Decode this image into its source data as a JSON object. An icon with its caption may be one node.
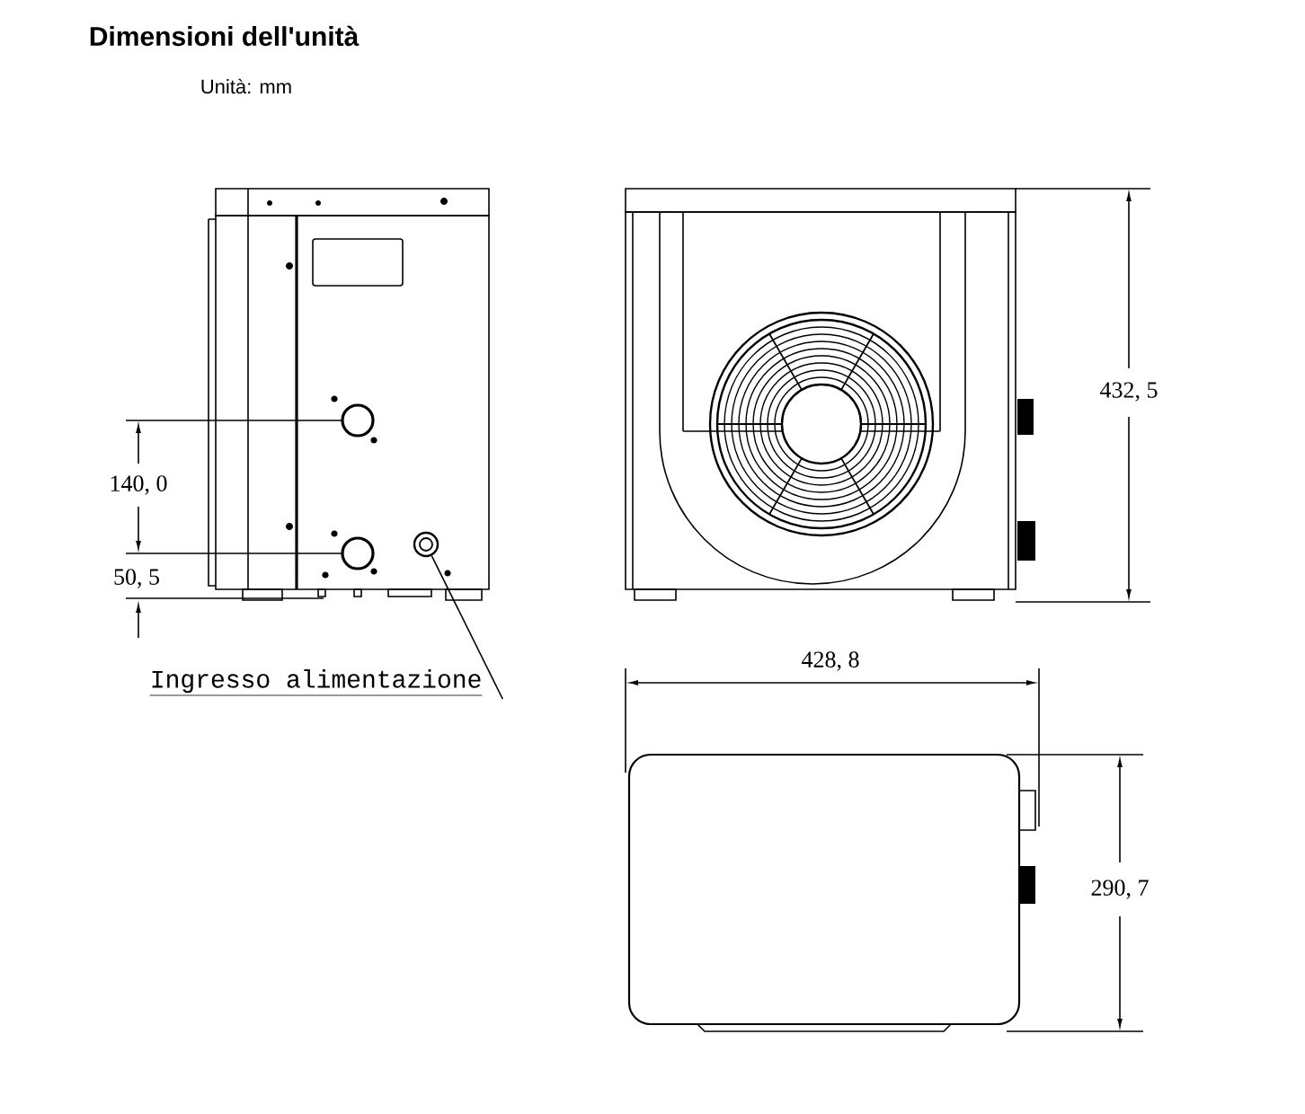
{
  "diagram": {
    "title": "Dimensioni dell'unità",
    "nodes": [
      {
        "text": [
          "Ingresso alimentazione"
        ]
      },
      {
        "text": [],
        "shape": "circle"
      }
    ],
    "edges": [
      {
        "from": 0,
        "to": 1,
        "arrow": "none"
      }
    ],
    "labels": [
      "Unità: mm",
      "140, 0",
      "50, 5",
      "432, 5",
      "428, 8",
      "290, 7"
    ]
  }
}
